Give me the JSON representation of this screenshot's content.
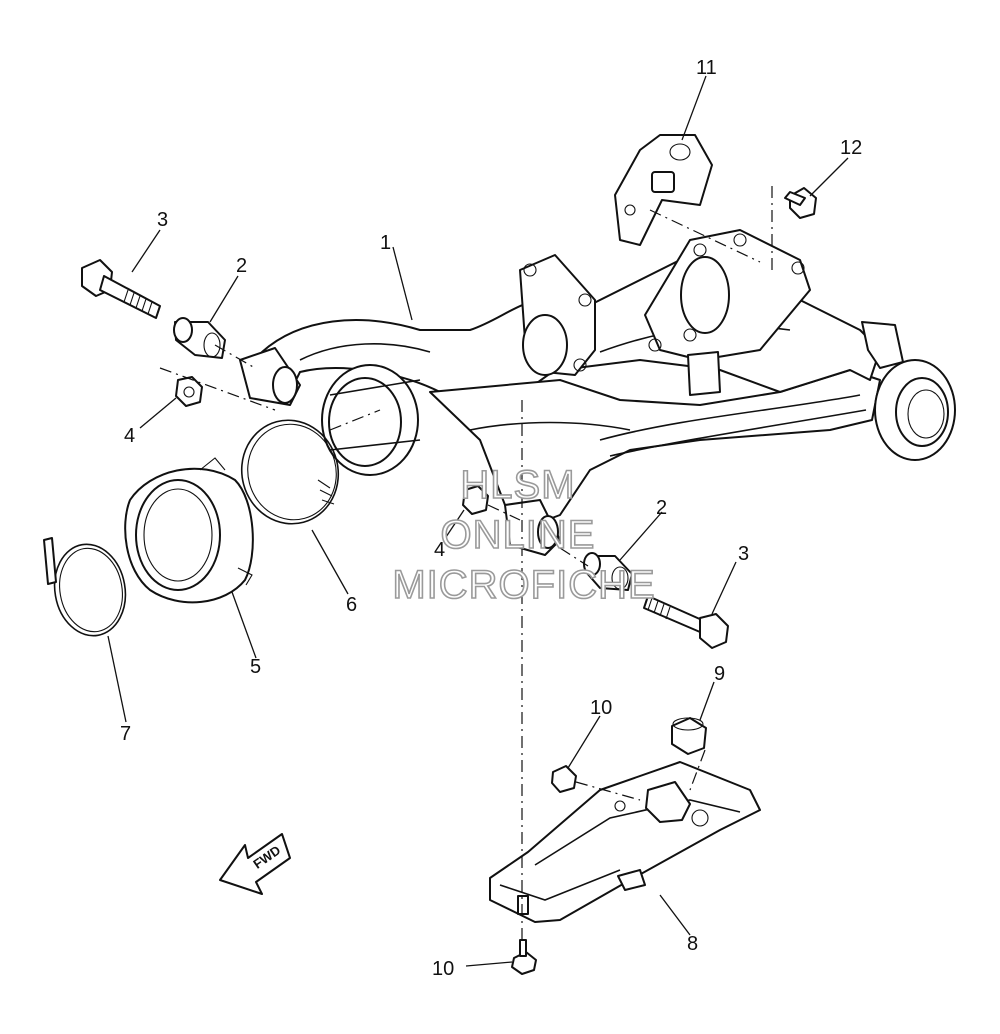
{
  "callouts": {
    "c1": "1",
    "c2a": "2",
    "c2b": "2",
    "c3a": "3",
    "c3b": "3",
    "c4a": "4",
    "c4b": "4",
    "c5": "5",
    "c6": "6",
    "c7": "7",
    "c8": "8",
    "c9": "9",
    "c10a": "10",
    "c10b": "10",
    "c11": "11",
    "c12": "12"
  },
  "watermark": {
    "line1": "HLSM",
    "line2": "ONLINE",
    "line3": "MICROFICHE"
  },
  "direction_label": "FWD"
}
